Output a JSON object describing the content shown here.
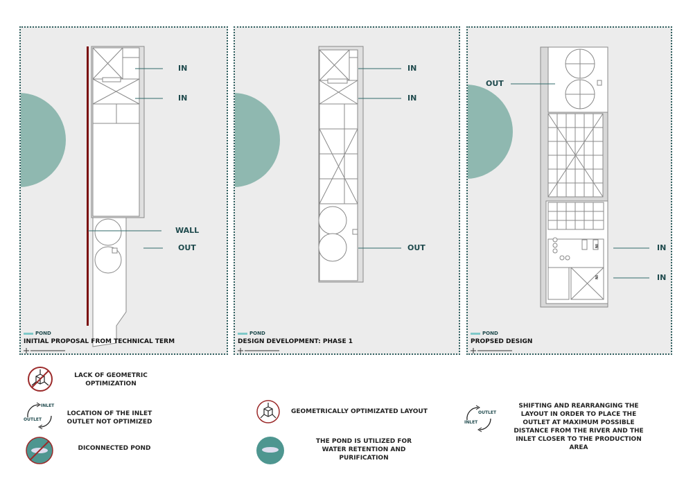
{
  "colors": {
    "pond": "#8fb8b0",
    "label": "#1f4a4d",
    "wall": "#7a0d0d",
    "border": "#2f5f5f",
    "panel_bg": "#ececec",
    "pond_legend": "#7fc8c8",
    "no_sign": "#9b2a2a"
  },
  "panels": [
    {
      "caption": "INITIAL PROPOSAL FROM TECHNICAL TERM",
      "pond_legend": "POND",
      "labels": [
        "IN",
        "IN",
        "WALL",
        "OUT"
      ]
    },
    {
      "caption": "DESIGN DEVELOPMENT: PHASE 1",
      "pond_legend": "POND",
      "labels": [
        "IN",
        "IN",
        "OUT"
      ]
    },
    {
      "caption": "PROPSED DESIGN",
      "pond_legend": "POND",
      "labels": [
        "OUT",
        "IN",
        "IN"
      ],
      "plan_marks": [
        "IN",
        "IN"
      ]
    }
  ],
  "legend": {
    "lack_geometric": "LACK OF  GEOMETRIC OPTIMIZATION",
    "inlet_not_optimized": "LOCATION OF THE INLET OUTLET NOT  OPTIMIZED",
    "disconnected_pond": "DICONNECTED POND",
    "geometric_optimized": "GEOMETRICALLY OPTIMIZATED LAYOUT",
    "pond_utilized": "THE POND IS UTILIZED FOR WATER RETENTION AND PURIFICATION",
    "shifting": "SHIFTING AND REARRANGING THE LAYOUT IN ORDER TO PLACE THE OUTLET AT MAXIMUM POSSIBLE DISTANCE FROM THE RIVER AND THE INLET CLOSER TO THE PRODUCTION AREA",
    "icon_inlet": "INLET",
    "icon_outlet": "OUTLET"
  }
}
